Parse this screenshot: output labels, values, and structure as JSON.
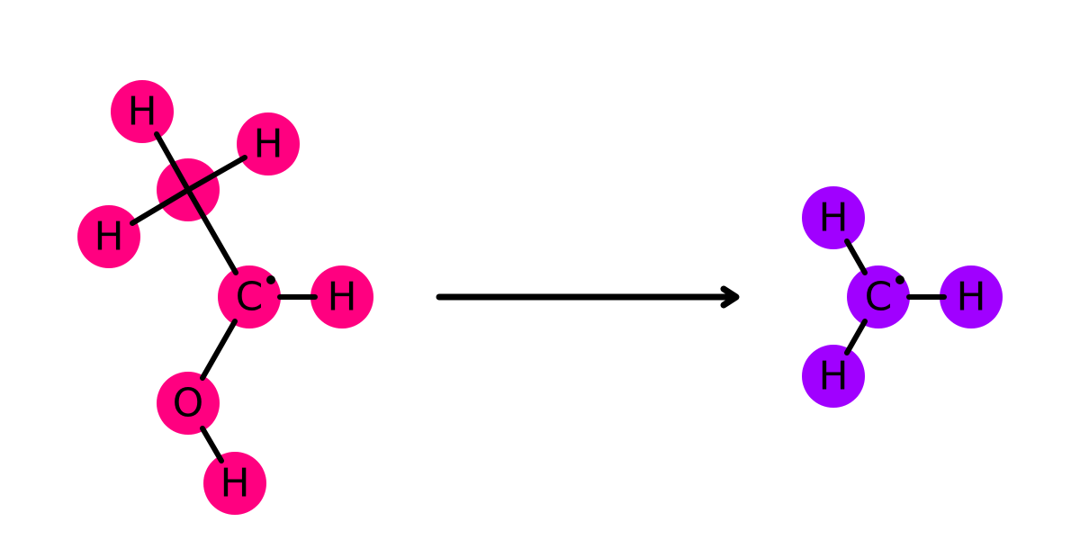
{
  "colors": {
    "reactant": "#ff0080",
    "product": "#a000ff",
    "bond": "#000000",
    "label": "#000000"
  },
  "reactant": {
    "atoms": [
      {
        "id": "H_top",
        "element": "H"
      },
      {
        "id": "H_right",
        "element": "H"
      },
      {
        "id": "H_left",
        "element": "H"
      },
      {
        "id": "C_methyl",
        "element": ""
      },
      {
        "id": "C_radical",
        "element": "C"
      },
      {
        "id": "H_c",
        "element": "H"
      },
      {
        "id": "O",
        "element": "O"
      },
      {
        "id": "H_o",
        "element": "H"
      }
    ]
  },
  "product": {
    "atoms": [
      {
        "id": "H_top",
        "element": "H"
      },
      {
        "id": "C",
        "element": "C"
      },
      {
        "id": "H_right",
        "element": "H"
      },
      {
        "id": "H_bottom",
        "element": "H"
      }
    ]
  }
}
